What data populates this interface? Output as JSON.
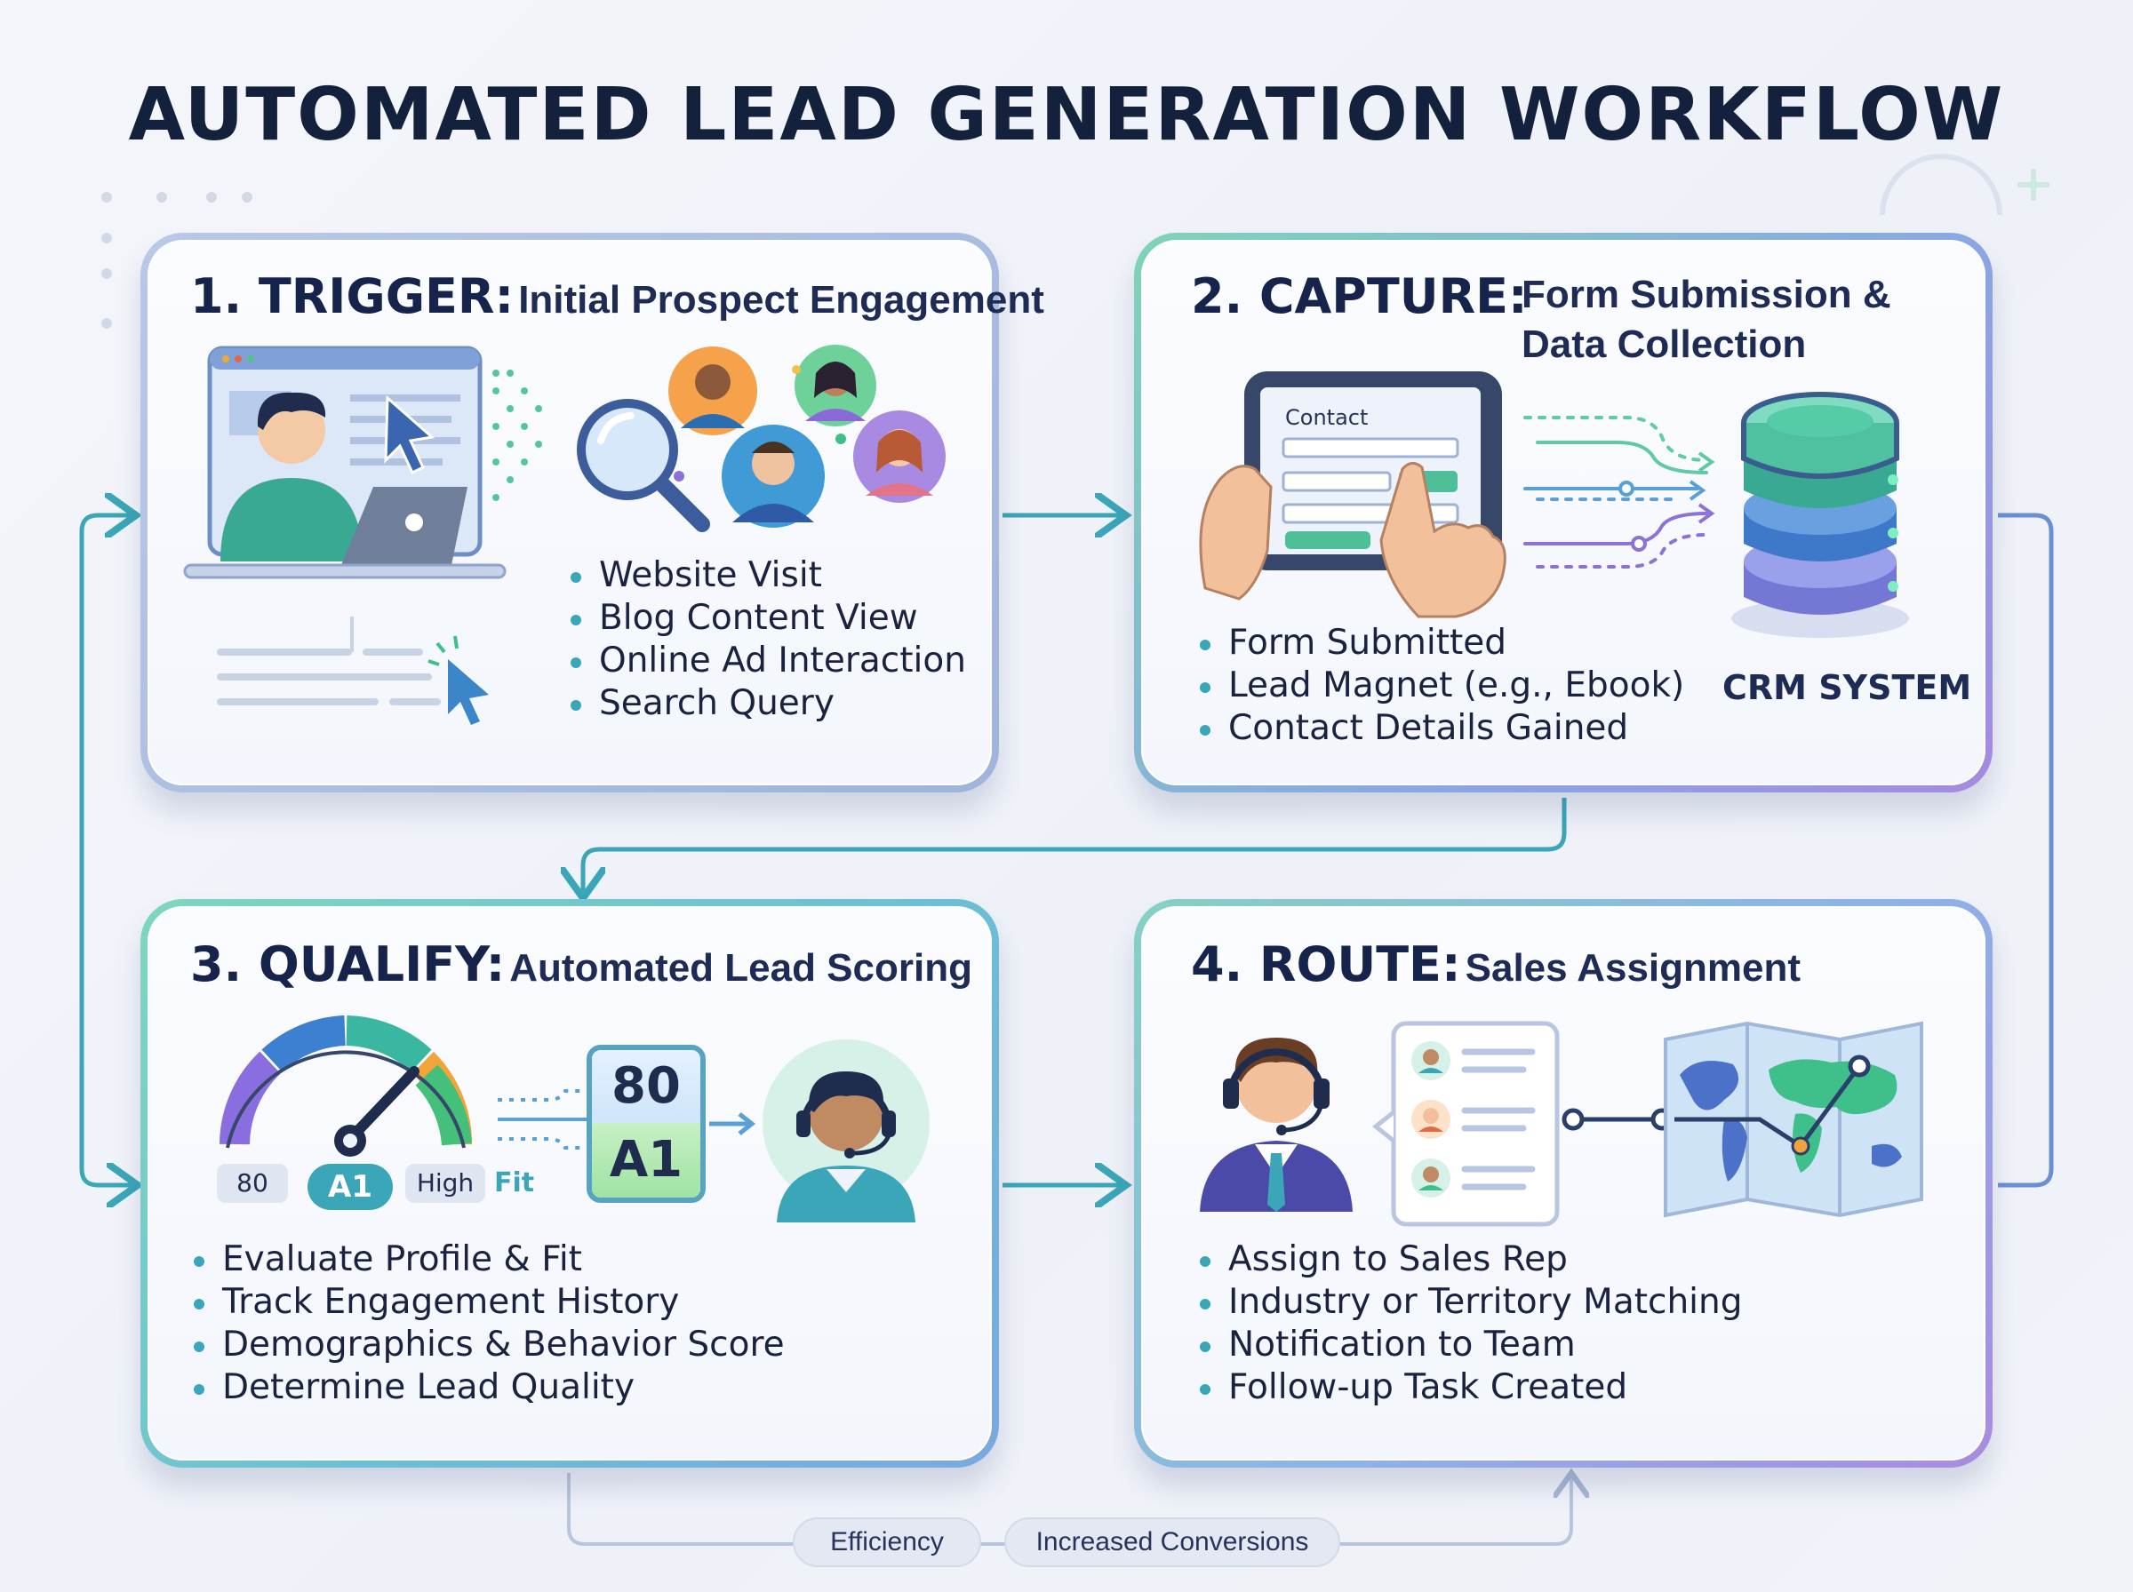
{
  "title": "AUTOMATED LEAD GENERATION WORKFLOW",
  "steps": [
    {
      "number": "1. TRIGGER:",
      "subtitle": "Initial Prospect Engagement",
      "bullets": [
        "Website Visit",
        "Blog Content View",
        "Online Ad Interaction",
        "Search Query"
      ]
    },
    {
      "number": "2. CAPTURE:",
      "subtitle_line1": "Form Submission &",
      "subtitle_line2": "Data Collection",
      "form_title": "Contact",
      "crm_label": "CRM SYSTEM",
      "bullets": [
        "Form Submitted",
        "Lead Magnet (e.g., Ebook)",
        "Contact Details Gained"
      ]
    },
    {
      "number": "3. QUALIFY:",
      "subtitle": "Automated Lead Scoring",
      "gauge_labels": [
        "80",
        "A1",
        "High",
        "Fit"
      ],
      "score_card": [
        "80",
        "A1"
      ],
      "bullets": [
        "Evaluate Profile & Fit",
        "Track Engagement History",
        "Demographics & Behavior Score",
        "Determine Lead Quality"
      ]
    },
    {
      "number": "4. ROUTE:",
      "subtitle": "Sales Assignment",
      "bullets": [
        "Assign to Sales Rep",
        "Industry or Territory Matching",
        "Notification to Team",
        "Follow-up Task Created"
      ]
    }
  ],
  "footer_pills": [
    "Efficiency",
    "Increased Conversions"
  ],
  "colors": {
    "teal": "#3aa6b8",
    "navy": "#14213d",
    "green": "#3fbf8a",
    "purple": "#8c72d8"
  },
  "icons": [
    "laptop-user-icon",
    "cursor-icon",
    "magnifier-icon",
    "avatar-icon",
    "tablet-form-icon",
    "database-icon",
    "gauge-icon",
    "headset-agent-icon",
    "map-icon",
    "rep-list-icon"
  ]
}
